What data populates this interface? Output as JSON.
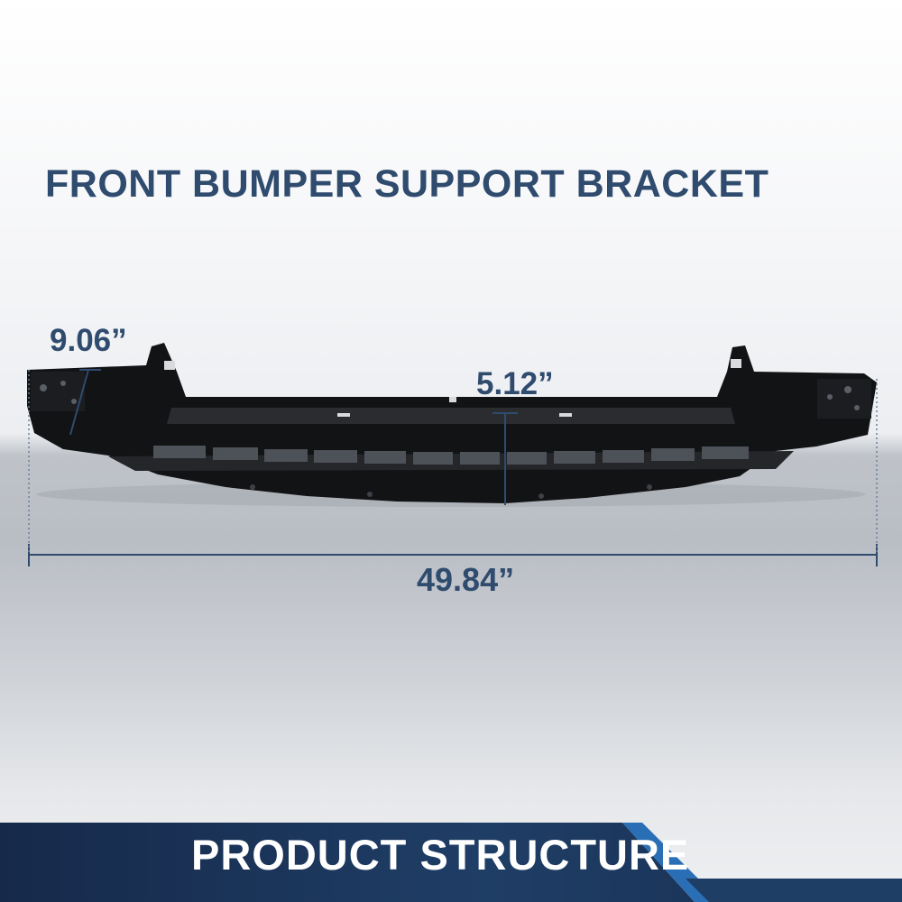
{
  "title": "FRONT BUMPER SUPPORT BRACKET",
  "dimensions": {
    "depth": "9.06”",
    "height": "5.12”",
    "width": "49.84”"
  },
  "footer": {
    "label": "PRODUCT STRUCTURE"
  },
  "colors": {
    "title": "#2f4b6e",
    "footer_band": "#1f3e66",
    "footer_accent": "#2a6fb5",
    "product": "#0e0f11"
  },
  "product": {
    "icon": "bumper-support-bracket"
  }
}
